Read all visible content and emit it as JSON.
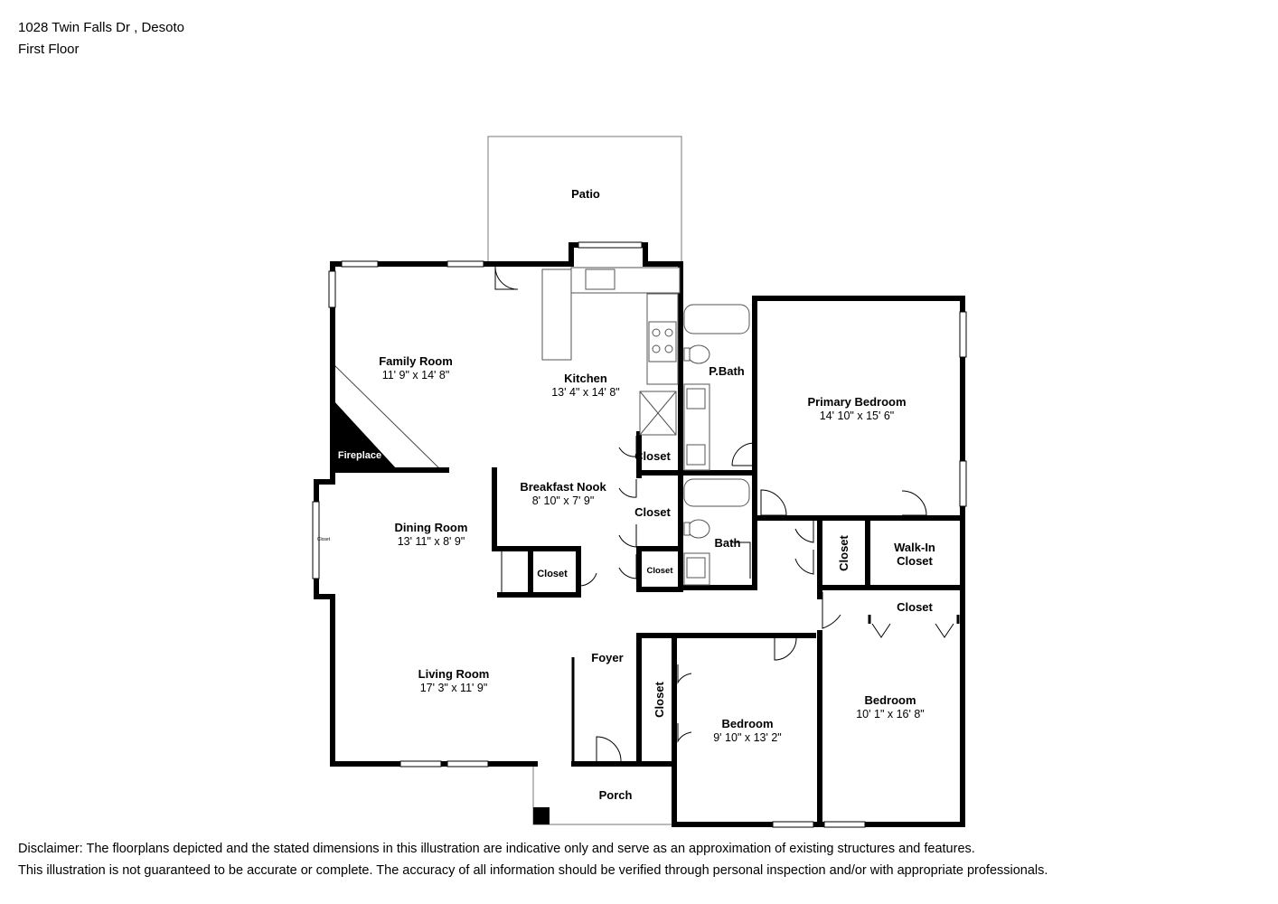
{
  "header": {
    "address": "1028 Twin Falls Dr , Desoto",
    "floor": "First Floor"
  },
  "rooms": {
    "patio": "Patio",
    "family_room": {
      "name": "Family Room",
      "dims": "11' 9\" x 14' 8\""
    },
    "kitchen": {
      "name": "Kitchen",
      "dims": "13' 4\" x 14' 8\""
    },
    "fireplace": "Fireplace",
    "pbath": "P.Bath",
    "primary_bedroom": {
      "name": "Primary Bedroom",
      "dims": "14' 10\" x 15' 6\""
    },
    "closet_kitchen": "Closet",
    "breakfast_nook": {
      "name": "Breakfast Nook",
      "dims": "8' 10\" x 7' 9\""
    },
    "closet_nook": "Closet",
    "bath": "Bath",
    "closet_primary": "Closet",
    "walkin_closet_1": "Walk-In",
    "walkin_closet_2": "Closet",
    "dining_room": {
      "name": "Dining Room",
      "dims": "13' 11\" x 8' 9\""
    },
    "closet_dining": "Closet",
    "closet_small": "Closet",
    "closet_bedroom2": "Closet",
    "foyer": "Foyer",
    "living_room": {
      "name": "Living Room",
      "dims": "17' 3\" x 11' 9\""
    },
    "closet_bedroom1": "Closet",
    "bedroom_1": {
      "name": "Bedroom",
      "dims": "9' 10\" x 13' 2\""
    },
    "bedroom_2": {
      "name": "Bedroom",
      "dims": "10' 1\" x 16' 8\""
    },
    "porch": "Porch",
    "window_label": "Closet"
  },
  "disclaimer": {
    "line1": "Disclaimer: The floorplans depicted and the stated dimensions in this illustration are indicative only and serve as an approximation of existing structures and features.",
    "line2": "This illustration is not guaranteed to be accurate or complete. The accuracy of all information should be verified through personal inspection and/or with appropriate professionals."
  },
  "colors": {
    "wall": "#000000",
    "background": "#ffffff",
    "fixture": "#555555"
  }
}
